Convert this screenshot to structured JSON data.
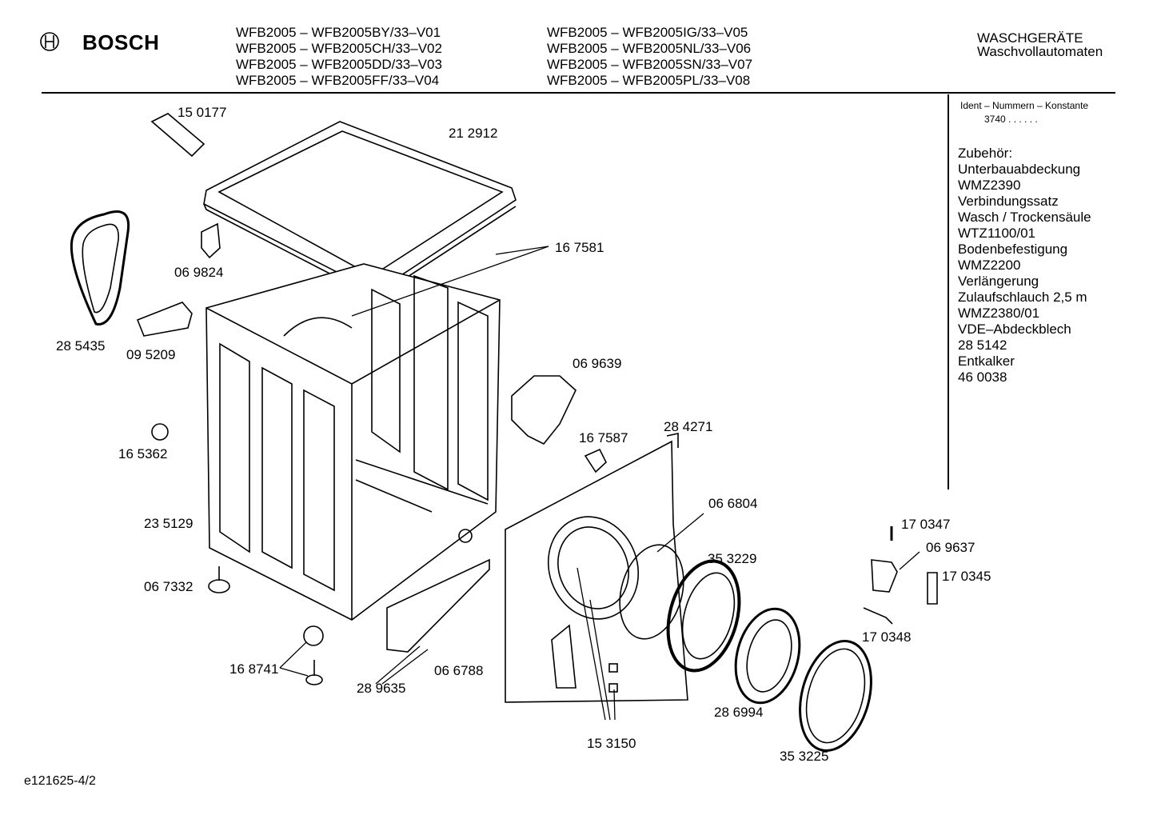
{
  "header": {
    "brand": "BOSCH",
    "models_left": [
      "WFB2005 – WFB2005BY/33–V01",
      "WFB2005 – WFB2005CH/33–V02",
      "WFB2005 – WFB2005DD/33–V03",
      "WFB2005 – WFB2005FF/33–V04"
    ],
    "models_right": [
      "WFB2005 – WFB2005IG/33–V05",
      "WFB2005 – WFB2005NL/33–V06",
      "WFB2005 – WFB2005SN/33–V07",
      "WFB2005 – WFB2005PL/33–V08"
    ],
    "category_line1": "WASCHGERÄTE",
    "category_line2": "Waschvollautomaten"
  },
  "side_panel": {
    "ident_label": "Ident – Nummern – Konstante",
    "ident_value": "3740  .  .    .  .  .  .",
    "accessories": [
      "Zubehör:",
      "Unterbauabdeckung",
      "WMZ2390",
      "Verbindungssatz",
      "Wasch / Trockensäule",
      "WTZ1100/01",
      "Bodenbefestigung",
      "WMZ2200",
      "Verlängerung",
      "Zulaufschlauch 2,5 m",
      "WMZ2380/01",
      "VDE–Abdeckblech",
      "28 5142",
      "Entkalker",
      "46 0038"
    ]
  },
  "parts": {
    "p150177": "15 0177",
    "p212912": "21 2912",
    "p069824": "06 9824",
    "p167581": "16 7581",
    "p285435": "28 5435",
    "p095209": "09 5209",
    "p069639": "06 9639",
    "p165362": "16 5362",
    "p167587": "16 7587",
    "p284271": "28 4271",
    "p066804": "06 6804",
    "p235129": "23 5129",
    "p170347": "17 0347",
    "p353229": "35 3229",
    "p069637": "06 9637",
    "p170345": "17 0345",
    "p067332": "06 7332",
    "p170348": "17 0348",
    "p168741": "16 8741",
    "p289635": "28 9635",
    "p066788": "06 6788",
    "p286994": "28 6994",
    "p153150": "15 3150",
    "p353225": "35 3225"
  },
  "footer": {
    "drawing_id": "e121625-4/2"
  }
}
